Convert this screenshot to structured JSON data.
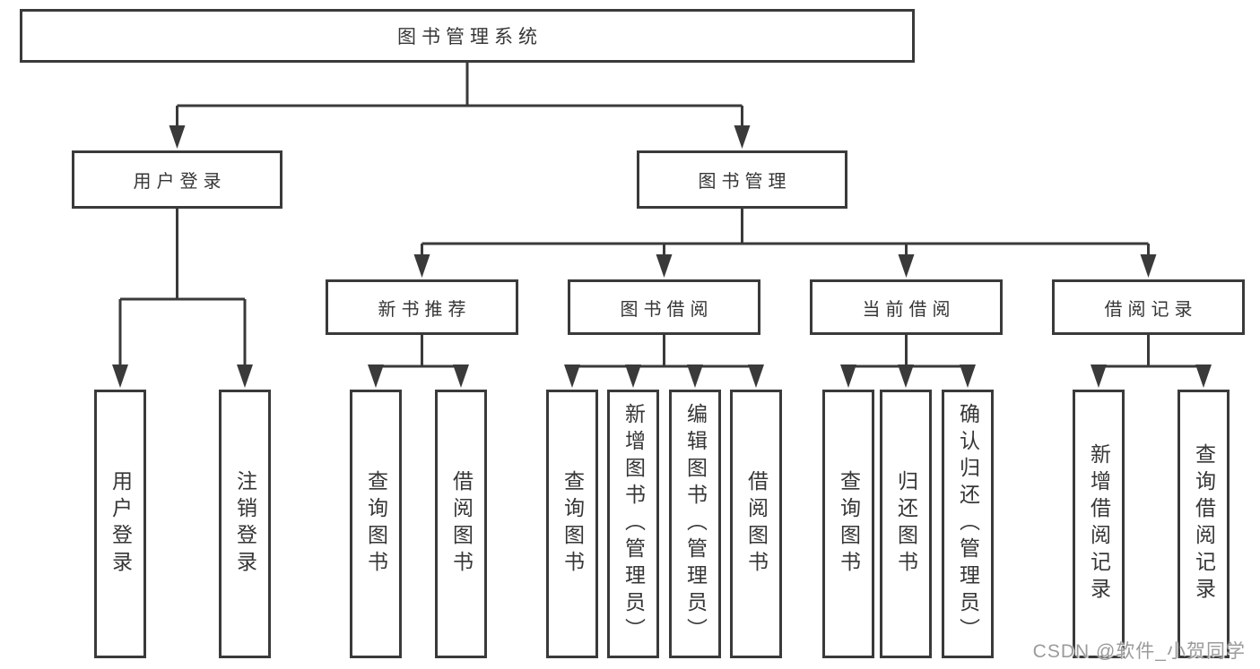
{
  "diagram": {
    "title": "图书管理系统",
    "level2": [
      {
        "label": "用户登录"
      },
      {
        "label": "图书管理"
      }
    ],
    "level3": [
      {
        "label": "新书推荐",
        "parent": "图书管理"
      },
      {
        "label": "图书借阅",
        "parent": "图书管理"
      },
      {
        "label": "当前借阅",
        "parent": "图书管理"
      },
      {
        "label": "借阅记录",
        "parent": "图书管理"
      }
    ],
    "leaves": [
      {
        "label": "用户登录",
        "parent": "用户登录"
      },
      {
        "label": "注销登录",
        "parent": "用户登录"
      },
      {
        "label": "查询图书",
        "parent": "新书推荐"
      },
      {
        "label": "借阅图书",
        "parent": "新书推荐"
      },
      {
        "label": "查询图书",
        "parent": "图书借阅"
      },
      {
        "label": "新增图书（管理员）",
        "parent": "图书借阅"
      },
      {
        "label": "编辑图书（管理员）",
        "parent": "图书借阅"
      },
      {
        "label": "借阅图书",
        "parent": "图书借阅"
      },
      {
        "label": "查询图书",
        "parent": "当前借阅"
      },
      {
        "label": "归还图书",
        "parent": "当前借阅"
      },
      {
        "label": "确认归还（管理员）",
        "parent": "当前借阅"
      },
      {
        "label": "新增借阅记录",
        "parent": "借阅记录"
      },
      {
        "label": "查询借阅记录",
        "parent": "借阅记录"
      }
    ],
    "watermark": "CSDN @软件_小贺同学"
  },
  "colors": {
    "line": "#3a3a3a",
    "box_border": "#3a3a3a",
    "text": "#363636",
    "background": "#ffffff",
    "watermark": "#9b9b9b"
  }
}
